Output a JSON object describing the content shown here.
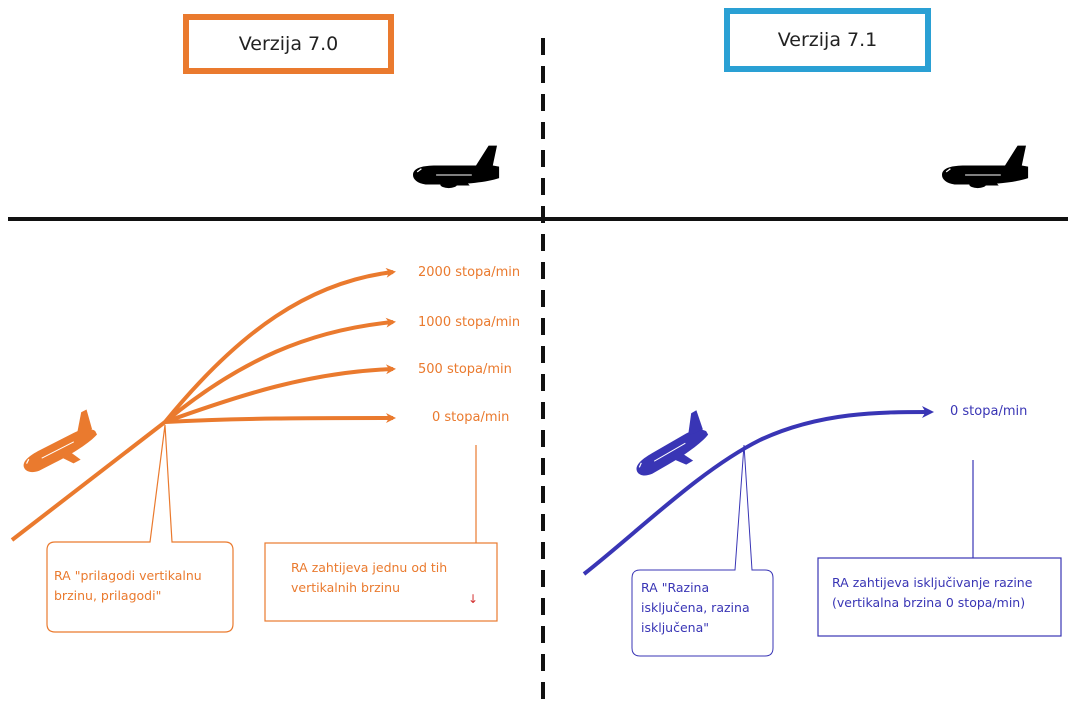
{
  "colors": {
    "orange": "#ea7a2e",
    "blue": "#3935b5",
    "blue_box": "#2aa0d4",
    "line": "#111111"
  },
  "left": {
    "version_label": "Verzija 7.0",
    "rates": [
      "2000 stopa/min",
      "1000 stopa/min",
      "500 stopa/min",
      "0 stopa/min"
    ],
    "callout_text": "RA \"prilagodi vertikalnu brzinu, prilagodi\"",
    "note_text": "RA zahtijeva jednu od tih vertikalnih brzinu",
    "note_mark": "↓"
  },
  "right": {
    "version_label": "Verzija 7.1",
    "rates": [
      "0 stopa/min"
    ],
    "callout_text": "RA \"Razina isključena, razina isključena\"",
    "note_text": "RA zahtijeva isključivanje razine (vertikalna brzina 0 stopa/min)"
  },
  "icons": [
    "airplane-icon-level",
    "airplane-icon-climbing"
  ]
}
